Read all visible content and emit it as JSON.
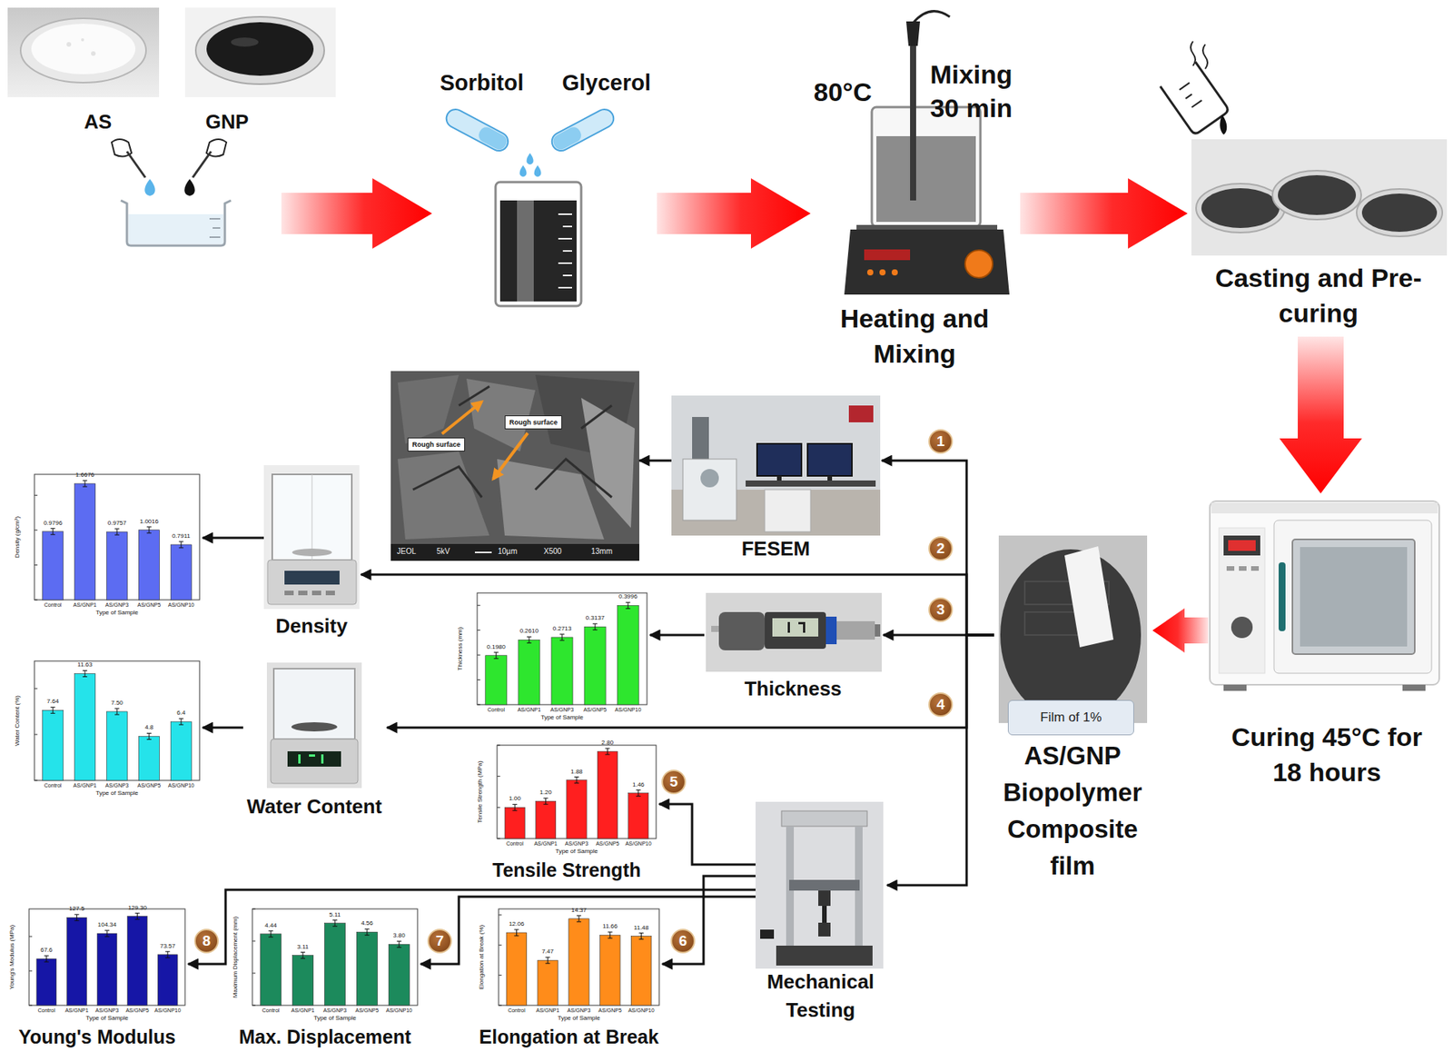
{
  "diagram": {
    "nodes": [
      {
        "text": [
          "AS",
          "GNP"
        ]
      },
      {
        "text": [
          "Sorbitol",
          "Glycerol"
        ]
      },
      {
        "text": [
          "80°C",
          "Mixing 30 min",
          "Heating and Mixing"
        ]
      },
      {
        "text": [
          "Casting and Pre-curing"
        ]
      },
      {
        "text": [
          "JEOL",
          "5kV",
          "10µm",
          "X500",
          "13mm"
        ]
      },
      {
        "text": [
          "Rough surface"
        ],
        "in": 4
      },
      {
        "text": [
          "Rough surface"
        ],
        "in": 4
      },
      {
        "text": [
          "FESEM"
        ]
      },
      {
        "text": [
          "Density (g/cm³)",
          "Type of Sample",
          "0.9796",
          "1.6676",
          "0.9757",
          "1.0016",
          "0.7911",
          "Control",
          "AS/GNP1",
          "AS/GNP3",
          "AS/GNP5",
          "AS/GNP10"
        ]
      },
      {
        "text": [
          "Density"
        ]
      },
      {
        "text": [
          "Thickness (mm)",
          "Type of Sample",
          "0.1980",
          "0.2610",
          "0.2713",
          "0.3137",
          "0.3996",
          "Control",
          "AS/GNP1",
          "AS/GNP3",
          "AS/GNP5",
          "AS/GNP10"
        ]
      },
      {
        "text": [
          "Thickness"
        ]
      },
      {
        "text": [
          "AS/GNP Biopolymer Composite film"
        ]
      },
      {
        "text": [
          "Film of 1%"
        ],
        "in": 12
      },
      {
        "text": [
          "Curing 45°C for 18 hours"
        ]
      },
      {
        "text": [
          "Water Content (%)",
          "Type of Sample",
          "7.64",
          "11.63",
          "7.50",
          "4.8",
          "6.4",
          "Control",
          "AS/GNP1",
          "AS/GNP3",
          "AS/GNP5",
          "AS/GNP10"
        ]
      },
      {
        "text": [
          "Water Content"
        ]
      },
      {
        "text": [
          "Tensile Strength (MPa)",
          "Type of Sample",
          "1.00",
          "1.20",
          "1.88",
          "2.80",
          "1.46",
          "Control",
          "AS/GNP1",
          "AS/GNP3",
          "AS/GNP5",
          "AS/GNP10",
          "Tensile Strength"
        ]
      },
      {
        "text": [
          "Mechanical Testing"
        ]
      },
      {
        "text": [
          "Young's Modulus (MPa)",
          "Type of Sample",
          "67.6",
          "127.5",
          "104.34",
          "129.30",
          "73.57",
          "Control",
          "AS/GNP1",
          "AS/GNP3",
          "AS/GNP5",
          "AS/GNP10",
          "Young's Modulus"
        ]
      },
      {
        "text": [
          "Maximum Displacement (mm)",
          "Type of Sample",
          "4.44",
          "3.11",
          "5.11",
          "4.56",
          "3.80",
          "Control",
          "AS/GNP1",
          "AS/GNP3",
          "AS/GNP5",
          "AS/GNP10",
          "Max. Displacement"
        ]
      },
      {
        "text": [
          "Elongation at Break (%)",
          "Type of Sample",
          "12.06",
          "7.47",
          "14.37",
          "11.66",
          "11.48",
          "Control",
          "AS/GNP1",
          "AS/GNP3",
          "AS/GNP5",
          "AS/GNP10",
          "Elongation at Break"
        ]
      }
    ],
    "edges": [
      {
        "from": 0,
        "to": 1,
        "arrow": "to"
      },
      {
        "from": 1,
        "to": 2,
        "arrow": "to"
      },
      {
        "from": 2,
        "to": 3,
        "arrow": "to"
      },
      {
        "from": 3,
        "to": 14,
        "arrow": "to"
      },
      {
        "from": 14,
        "to": 12,
        "arrow": "to"
      },
      {
        "from": 12,
        "to": 7,
        "arrow": "to"
      },
      {
        "from": 12,
        "to": 9,
        "arrow": "to"
      },
      {
        "from": 12,
        "to": 11,
        "arrow": "to"
      },
      {
        "from": 12,
        "to": 16,
        "arrow": "to"
      },
      {
        "from": 12,
        "to": 18,
        "arrow": "to"
      },
      {
        "from": 7,
        "to": 4,
        "arrow": "to"
      },
      {
        "from": 9,
        "to": 8,
        "arrow": "to"
      },
      {
        "from": 11,
        "to": 10,
        "arrow": "to"
      },
      {
        "from": 16,
        "to": 15,
        "arrow": "to"
      },
      {
        "from": 18,
        "to": 17,
        "arrow": "to"
      },
      {
        "from": 18,
        "to": 21,
        "arrow": "to"
      },
      {
        "from": 18,
        "to": 20,
        "arrow": "to"
      },
      {
        "from": 18,
        "to": 19,
        "arrow": "to"
      }
    ],
    "labels": [
      "1",
      "2",
      "3",
      "4",
      "5",
      "6",
      "7",
      "8"
    ]
  }
}
